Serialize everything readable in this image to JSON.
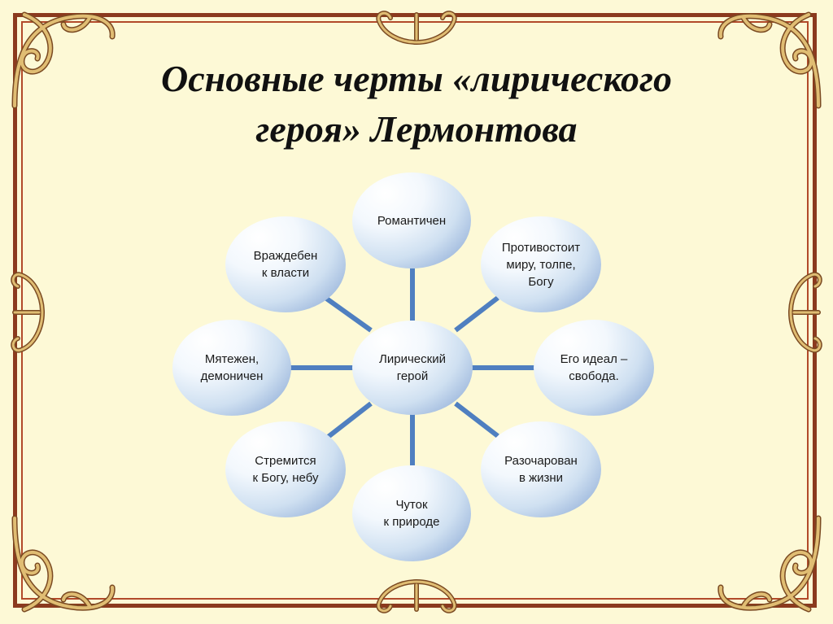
{
  "title": {
    "line1": "Основные черты «лирического",
    "line2": "героя» Лермонтова"
  },
  "diagram": {
    "center": "Лирический\nгерой",
    "nodes": [
      "Романтичен",
      "Противостоит\nмиру, толпе,\nБогу",
      "Его идеал –\nсвобода.",
      "Разочарован\nв жизни",
      "Чуток\nк природе",
      "Стремится\nк Богу, небу",
      "Мятежен,\nдемоничен",
      "Враждебен\nк власти"
    ]
  },
  "colors": {
    "background": "#fdf9d6",
    "frame": "#8b3a1e",
    "connector": "#4f7fc0",
    "ornament": "#c9a25e"
  }
}
